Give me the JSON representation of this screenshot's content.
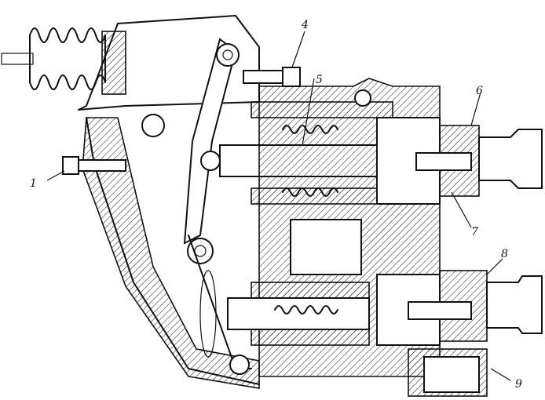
{
  "labels": {
    "l1": "1",
    "l4": "4",
    "l5": "5",
    "l6": "6",
    "l7": "7",
    "l8": "8",
    "l9": "9"
  }
}
